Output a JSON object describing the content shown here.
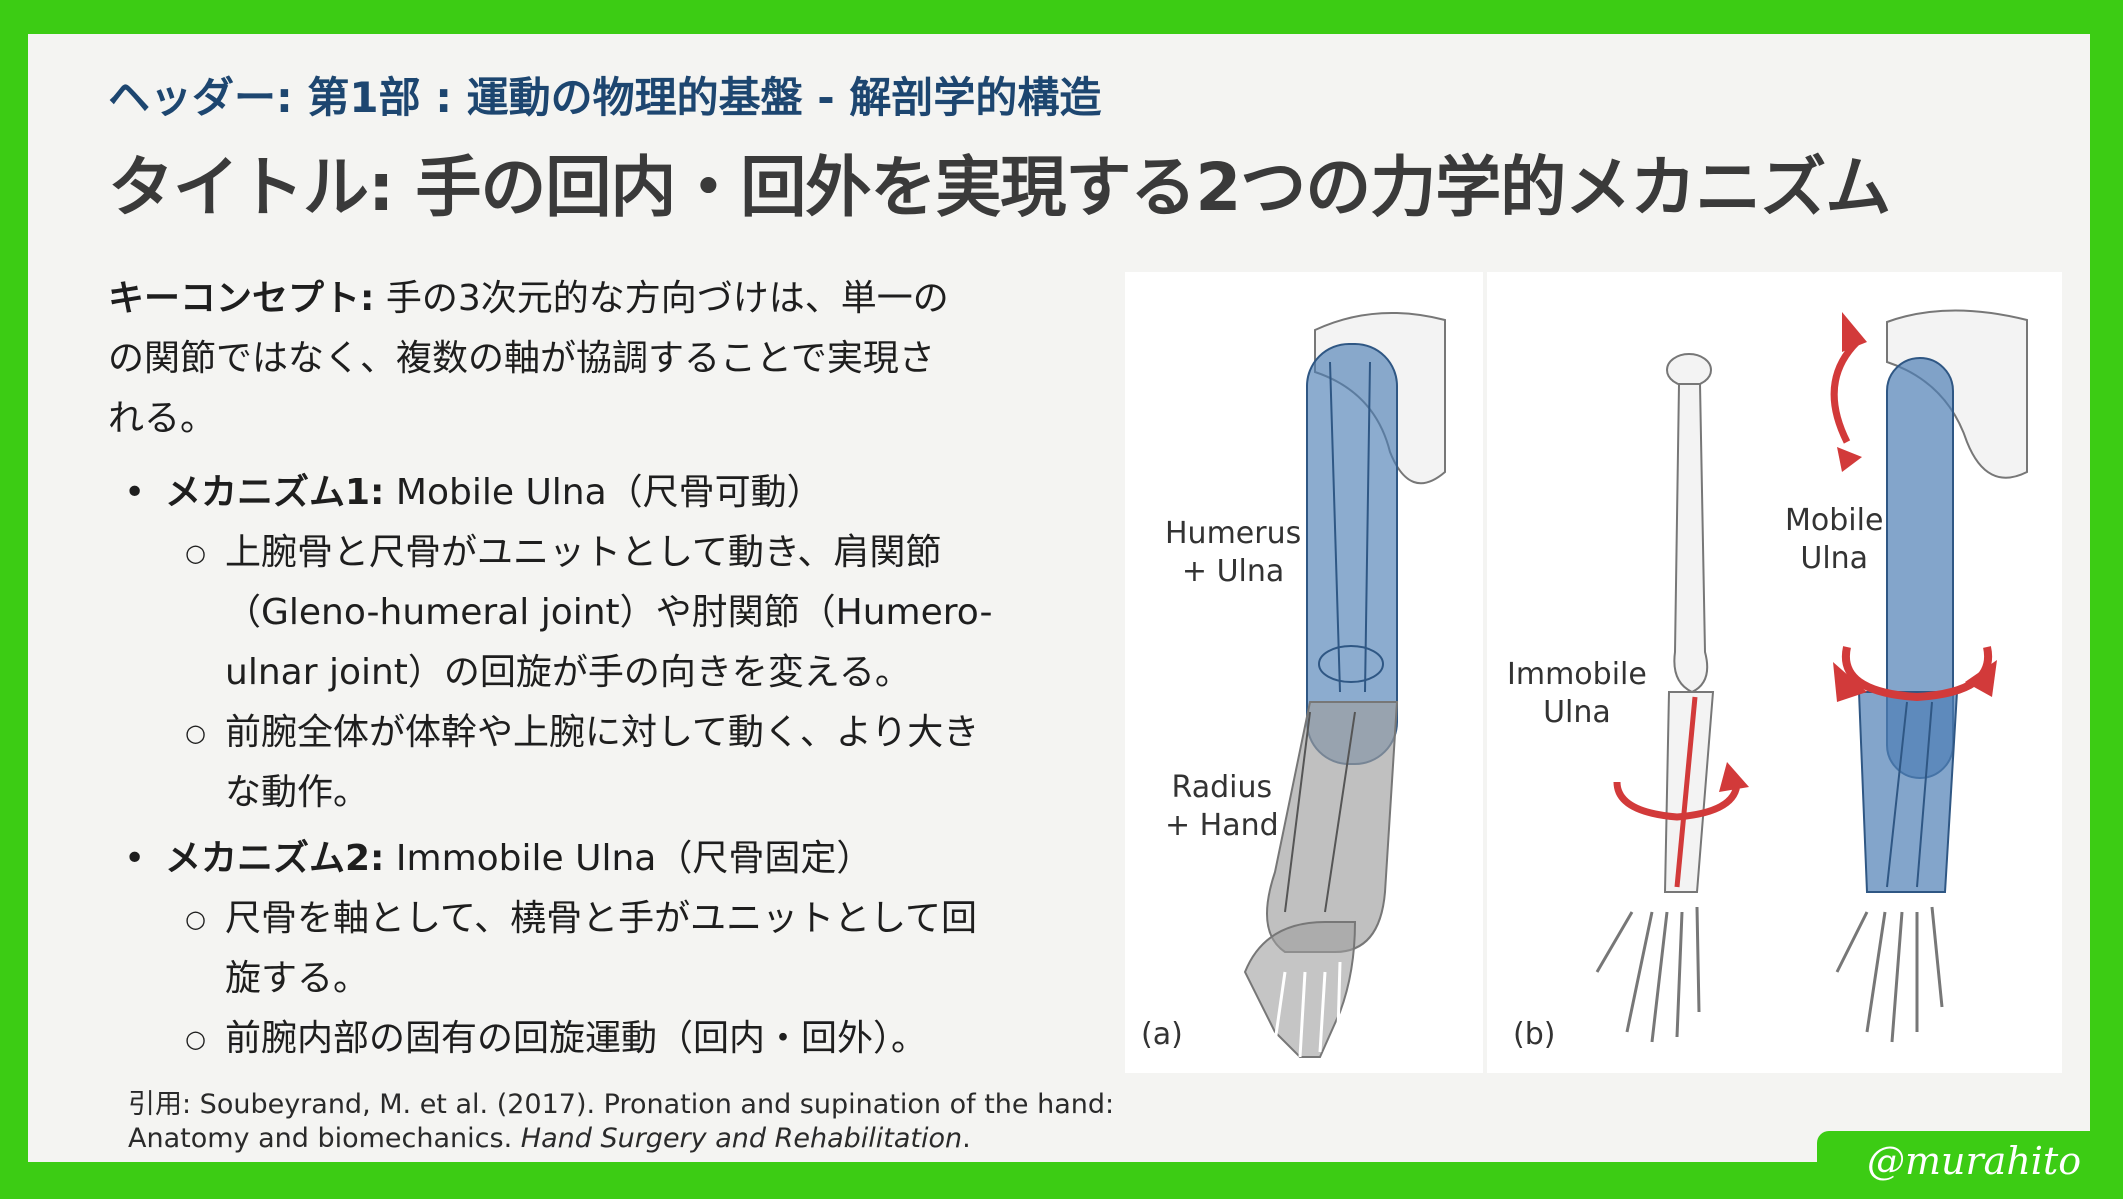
{
  "header": "ヘッダー: 第1部 : 運動の物理的基盤 - 解剖学的構造",
  "title": "タイトル: 手の回内・回外を実現する2つの力学的メカニズム",
  "key_concept": {
    "label": "キーコンセプト:",
    "line1": "手の3次元的な方向づけは、単一の",
    "line2": "の関節ではなく、複数の軸が協調することで実現さ",
    "line3": "れる。"
  },
  "mechanisms": [
    {
      "label": "メカニズム1:",
      "name": "Mobile Ulna（尺骨可動）",
      "points": [
        [
          "上腕骨と尺骨がユニットとして動き、肩関節",
          "（Gleno-humeral joint）や肘関節（Humero-",
          "ulnar joint）の回旋が手の向きを変える。"
        ],
        [
          "前腕全体が体幹や上腕に対して動く、より大き",
          "な動作。"
        ]
      ]
    },
    {
      "label": "メカニズム2:",
      "name": "Immobile Ulna（尺骨固定）",
      "points": [
        [
          "尺骨を軸として、橈骨と手がユニットとして回",
          "旋する。"
        ],
        [
          "前腕内部の固有の回旋運動（回内・回外）。"
        ]
      ]
    }
  ],
  "bullets": {
    "primary": "•",
    "secondary": "○"
  },
  "citation": {
    "prefix": "引用: Soubeyrand, M. et al. (2017). Pronation and supination of the hand:",
    "line2_plain": "Anatomy and biomechanics.",
    "journal": "Hand Surgery and Rehabilitation",
    "end": "."
  },
  "figure": {
    "panel_a": {
      "tag": "(a)",
      "label_top_1": "Humerus",
      "label_top_2": "+ Ulna",
      "label_bottom_1": "Radius",
      "label_bottom_2": "+ Hand"
    },
    "panel_b": {
      "tag": "(b)",
      "immobile_1": "Immobile",
      "immobile_2": "Ulna",
      "mobile_1": "Mobile",
      "mobile_2": "Ulna"
    },
    "colors": {
      "blue_overlay": "#4f7fb5",
      "gray_overlay": "#9e9e9e",
      "arrow_red": "#d23a3a"
    }
  },
  "watermark": "@murahito"
}
